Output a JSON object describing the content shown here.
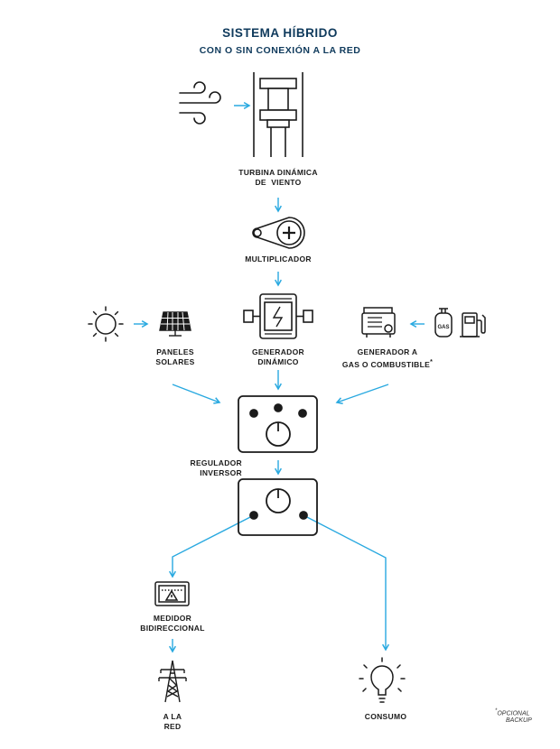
{
  "title": "SISTEMA HÍBRIDO",
  "subtitle": "CON O SIN CONEXIÓN A LA RED",
  "colors": {
    "arrow": "#29a9e0",
    "ink": "#1b1b1b",
    "title": "#0f3a5c"
  },
  "nodes": {
    "turbine": {
      "line1": "TURBINA DINÁMICA",
      "line2": "DE  VIENTO"
    },
    "multiplier": {
      "line1": "MULTIPLICADOR"
    },
    "solar": {
      "line1": "PANELES",
      "line2": "SOLARES"
    },
    "generator": {
      "line1": "GENERADOR",
      "line2": "DINÁMICO"
    },
    "gas_generator": {
      "line1": "GENERADOR A",
      "line2": "GAS O COMBUSTIBLE",
      "mark": "*"
    },
    "regulator": {
      "line1": "REGULADOR",
      "line2": "INVERSOR"
    },
    "meter": {
      "line1": "MEDIDOR",
      "line2": "BIDIRECCIONAL"
    },
    "grid": {
      "line1": "A LA",
      "line2": "RED"
    },
    "consumption": {
      "line1": "CONSUMO"
    }
  },
  "icons": {
    "wind": "wind-icon",
    "turbine": "wind-turbine-icon",
    "multiplier": "gear-multiplier-icon",
    "sun": "sun-icon",
    "solar_panel": "solar-panel-icon",
    "generator": "dynamo-generator-icon",
    "gas_generator": "portable-generator-icon",
    "gas_bottle": "gas-bottle-icon",
    "fuel_pump": "fuel-pump-icon",
    "bulb": "light-bulb-icon",
    "tower": "power-tower-icon",
    "meter": "meter-icon"
  },
  "gas_label": "GAS",
  "footnote": {
    "mark": "*",
    "line1": "OPCIONAL",
    "line2": "BACKUP"
  }
}
